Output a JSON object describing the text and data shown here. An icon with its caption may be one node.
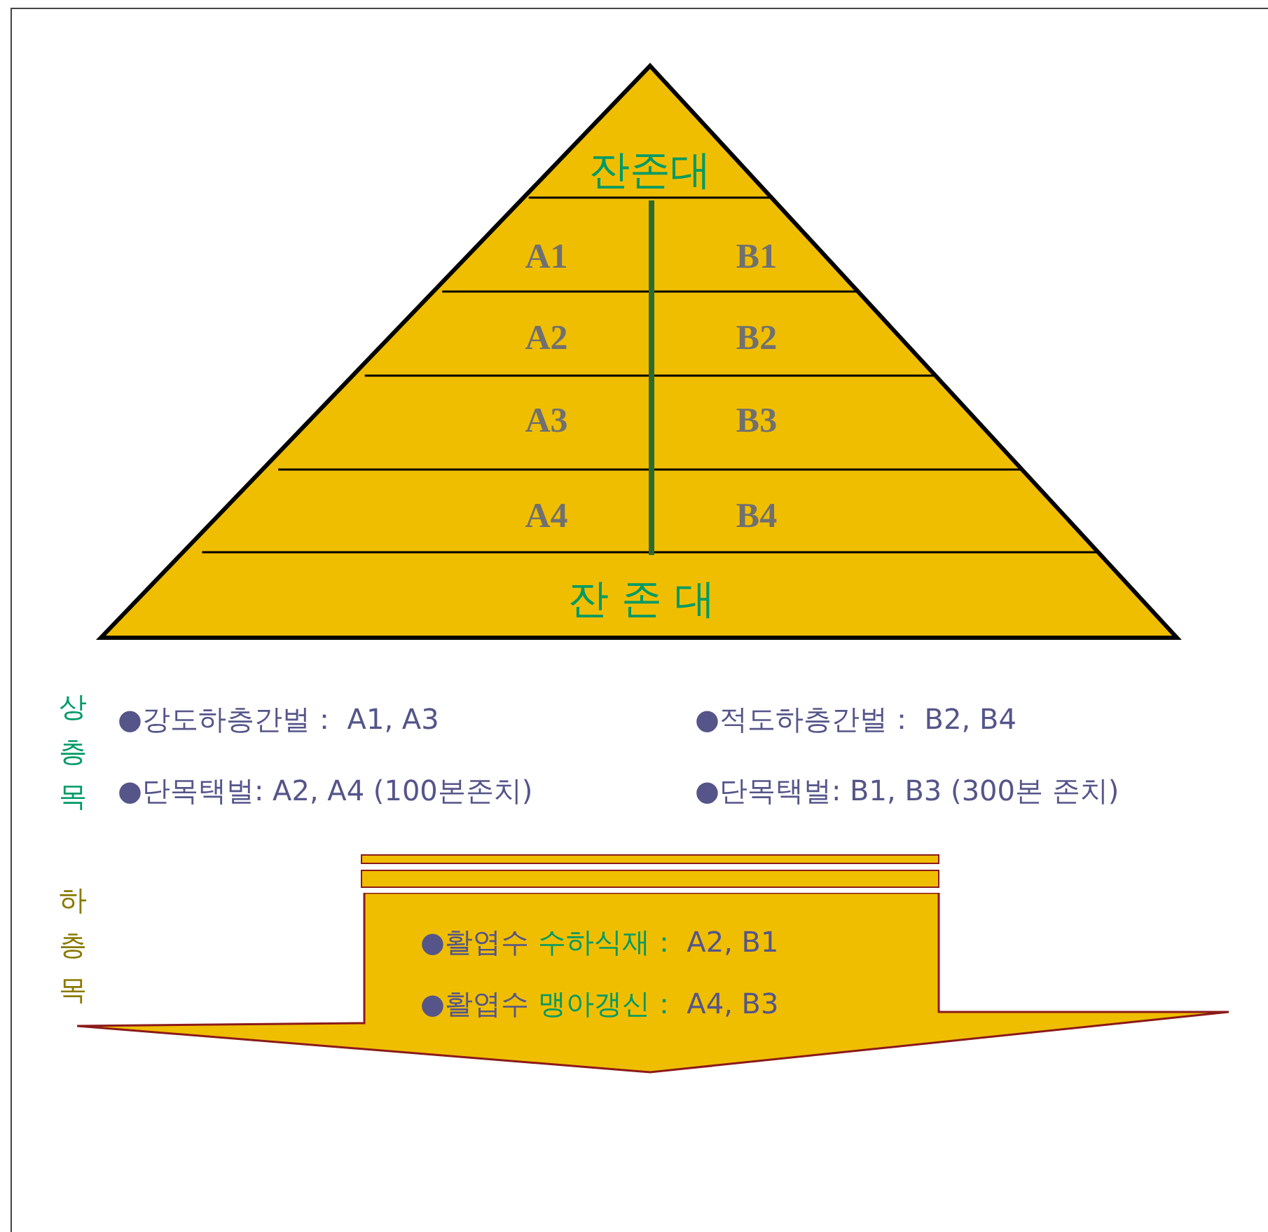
{
  "diagram": {
    "nodes": [
      {
        "text": [
          "잔존대"
        ]
      },
      {
        "text": [
          "A1"
        ]
      },
      {
        "text": [
          "B1"
        ]
      },
      {
        "text": [
          "A2"
        ]
      },
      {
        "text": [
          "B2"
        ]
      },
      {
        "text": [
          "A3"
        ]
      },
      {
        "text": [
          "B3"
        ]
      },
      {
        "text": [
          "A4"
        ]
      },
      {
        "text": [
          "B4"
        ]
      },
      {
        "text": [
          "잔  존  대"
        ]
      },
      {
        "text": [
          "●활엽수 수하식재： A2,  B1",
          "●활엽수 맹아갱신： A4,  B3"
        ]
      }
    ],
    "edges": [],
    "labels": [
      "상층목",
      "●강도하층간벌： A1,  A3",
      "●적도하층간벌： B2,  B4",
      "●단목택벌:  A2,  A4 (100본존치)",
      "●단목택벌:  B1,  B3 (300본 존치)",
      "하층목"
    ]
  }
}
